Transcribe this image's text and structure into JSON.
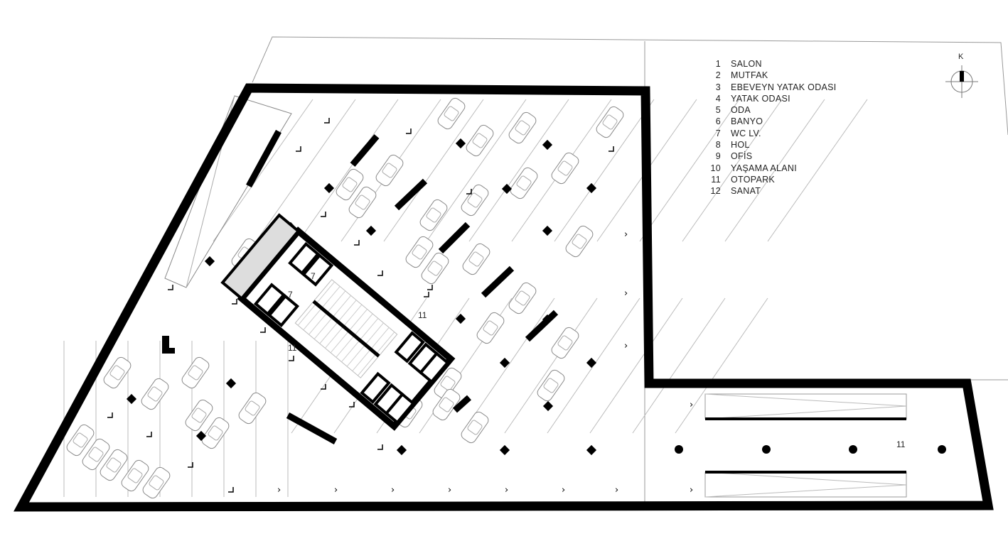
{
  "legend": [
    {
      "num": "1",
      "label": "SALON"
    },
    {
      "num": "2",
      "label": "MUTFAK"
    },
    {
      "num": "3",
      "label": "EBEVEYN YATAK ODASI"
    },
    {
      "num": "4",
      "label": "YATAK ODASI"
    },
    {
      "num": "5",
      "label": "ODA"
    },
    {
      "num": "6",
      "label": "BANYO"
    },
    {
      "num": "7",
      "label": "WC LV."
    },
    {
      "num": "8",
      "label": "HOL"
    },
    {
      "num": "9",
      "label": "OFİS"
    },
    {
      "num": "10",
      "label": "YAŞAMA ALANI"
    },
    {
      "num": "11",
      "label": "OTOPARK"
    },
    {
      "num": "12",
      "label": "SANAT"
    }
  ],
  "compass": {
    "label": "K"
  },
  "room_labels": {
    "parking_east": "11",
    "parking_west": "11",
    "parking_ramp": "11",
    "wc_1": "7",
    "wc_2": "7"
  },
  "colors": {
    "wall": "#000000",
    "line": "#888888",
    "hatch": "#cccccc"
  }
}
